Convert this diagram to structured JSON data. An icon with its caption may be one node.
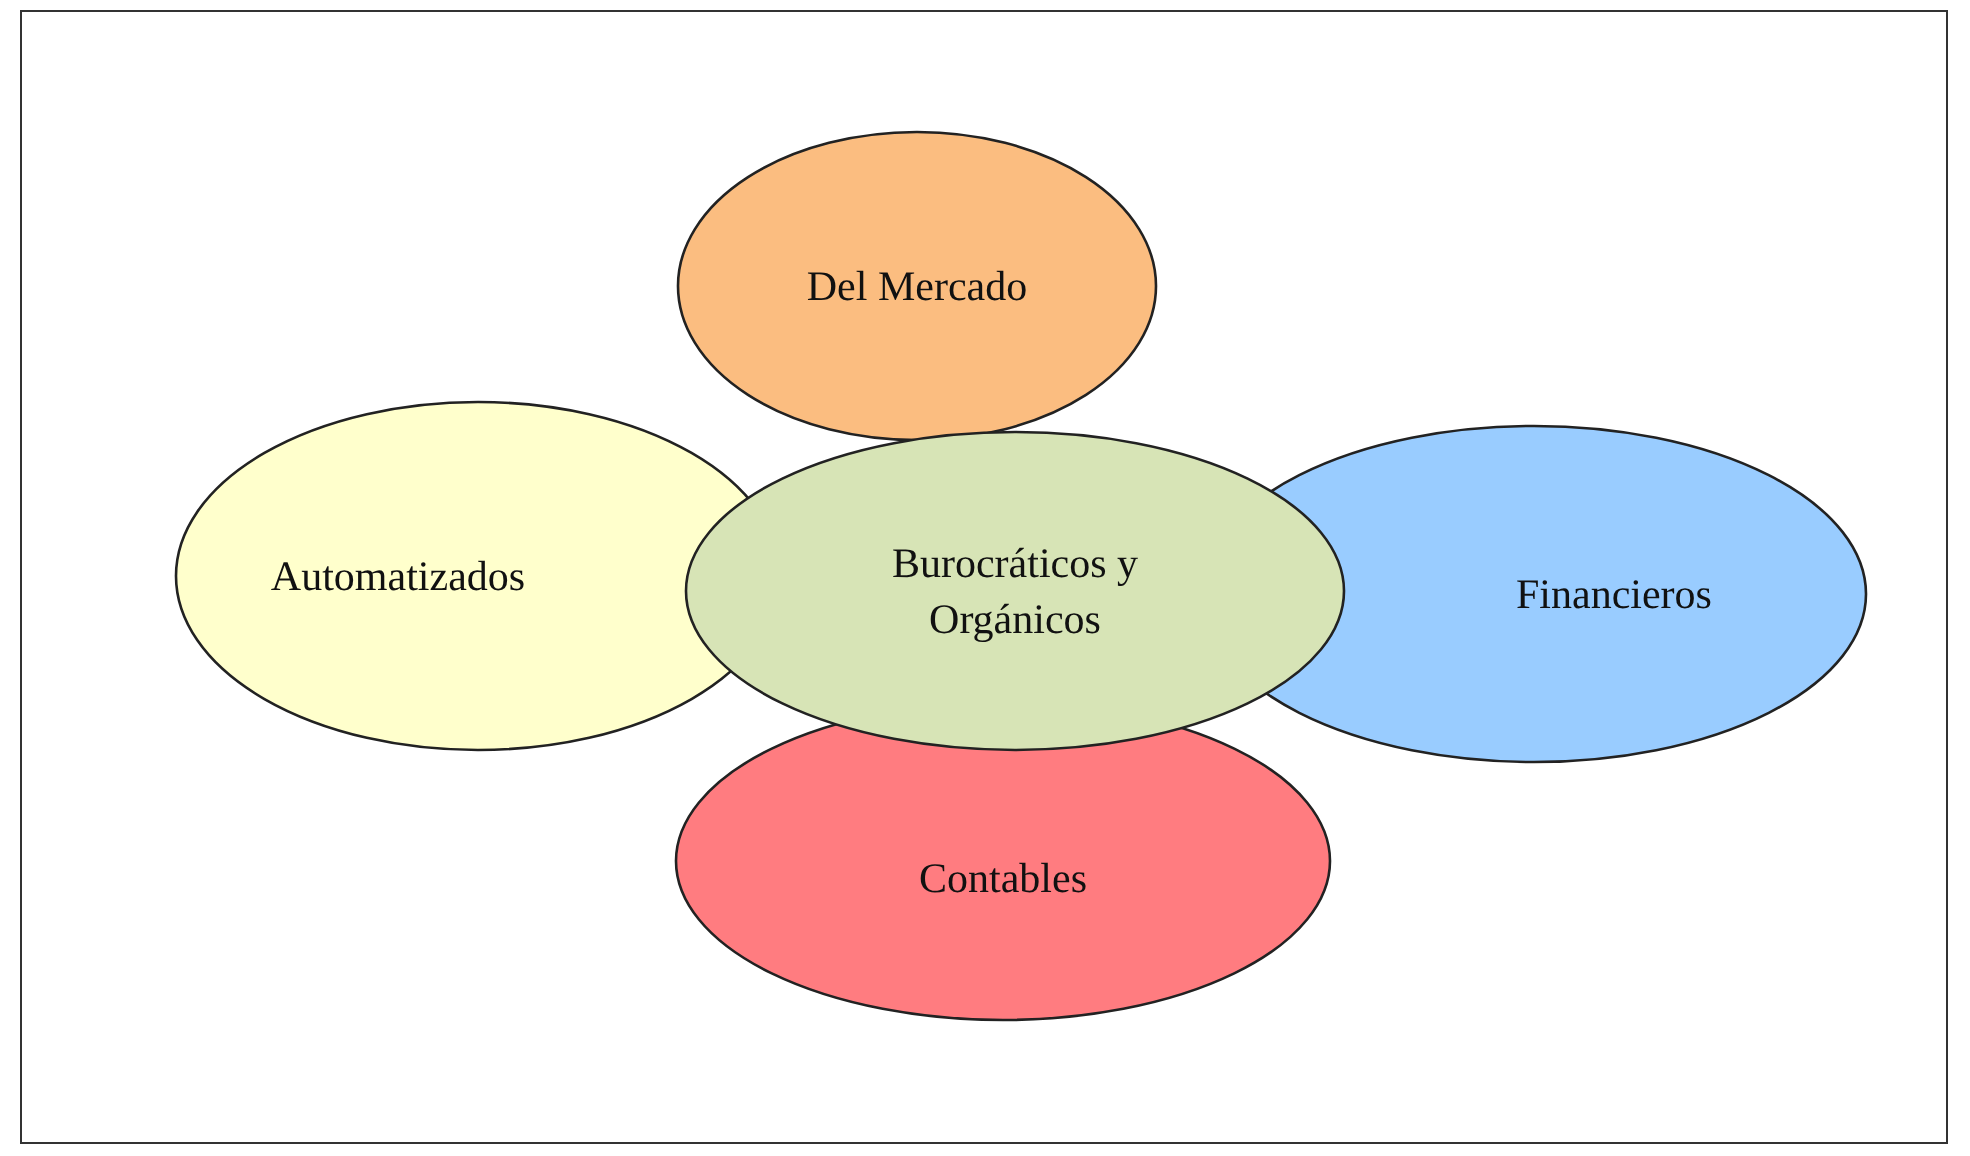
{
  "diagram": {
    "nodes": [
      {
        "text": [
          "Del Mercado"
        ]
      },
      {
        "text": [
          "Automatizados"
        ]
      },
      {
        "text": [
          "Burocráticos y Orgánicos"
        ]
      },
      {
        "text": [
          "Financieros"
        ]
      },
      {
        "text": [
          "Contables"
        ]
      }
    ]
  }
}
